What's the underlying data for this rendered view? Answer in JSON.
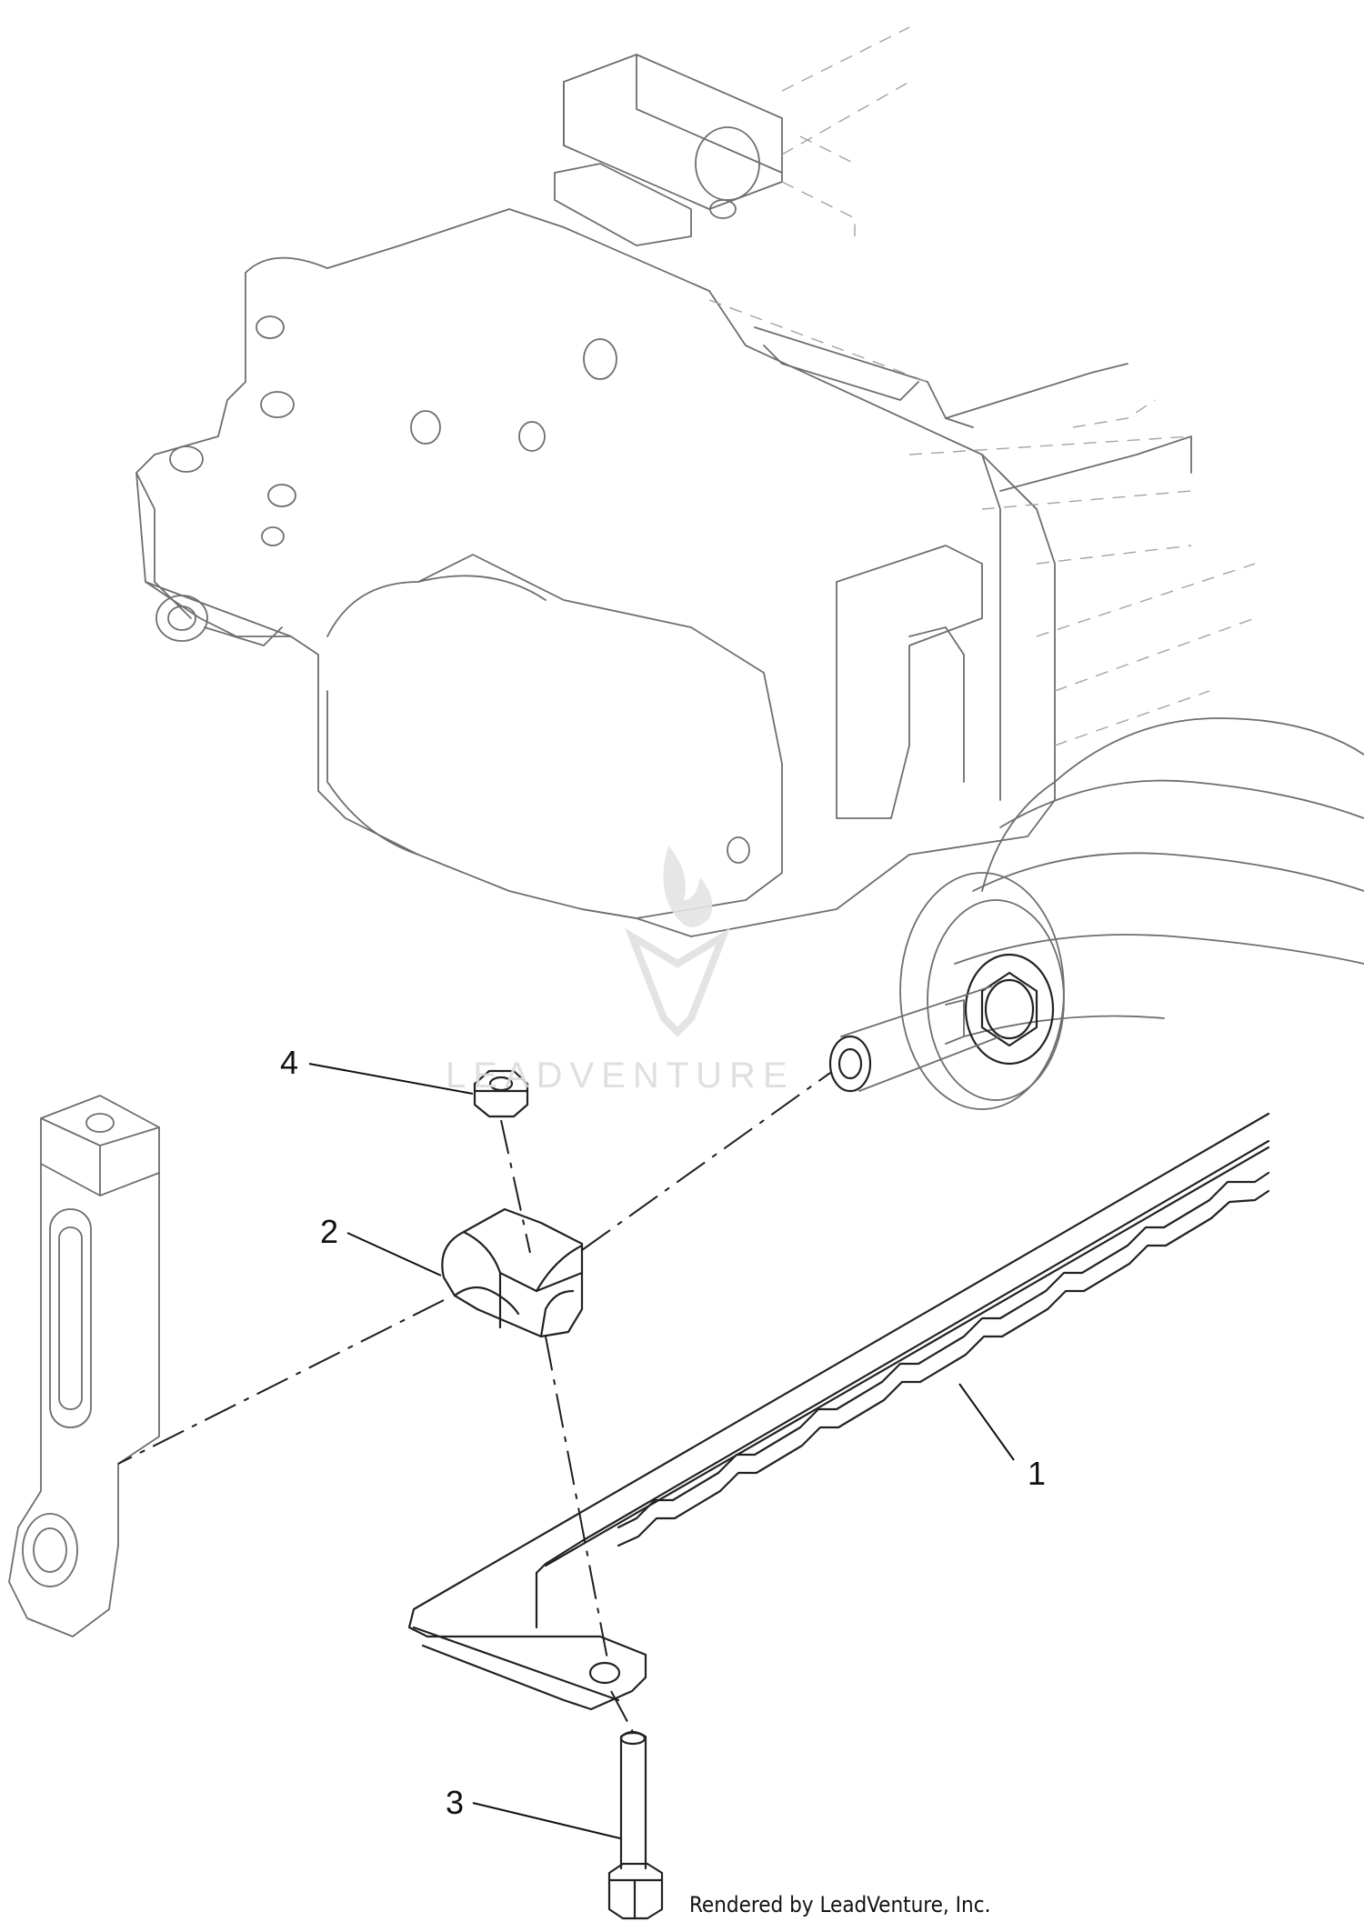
{
  "diagram": {
    "callouts": [
      {
        "number": "1",
        "part": "1"
      },
      {
        "number": "2",
        "part": "2"
      },
      {
        "number": "3",
        "part": "3"
      },
      {
        "number": "4",
        "part": "4"
      }
    ],
    "watermark_text": "LEADVENTURE",
    "credit_text": "Rendered by LeadVenture, Inc.",
    "colors": {
      "line": "#222222",
      "faded_line": "#6e6e6e",
      "watermark": "#dcdcdc",
      "background": "#ffffff"
    }
  }
}
